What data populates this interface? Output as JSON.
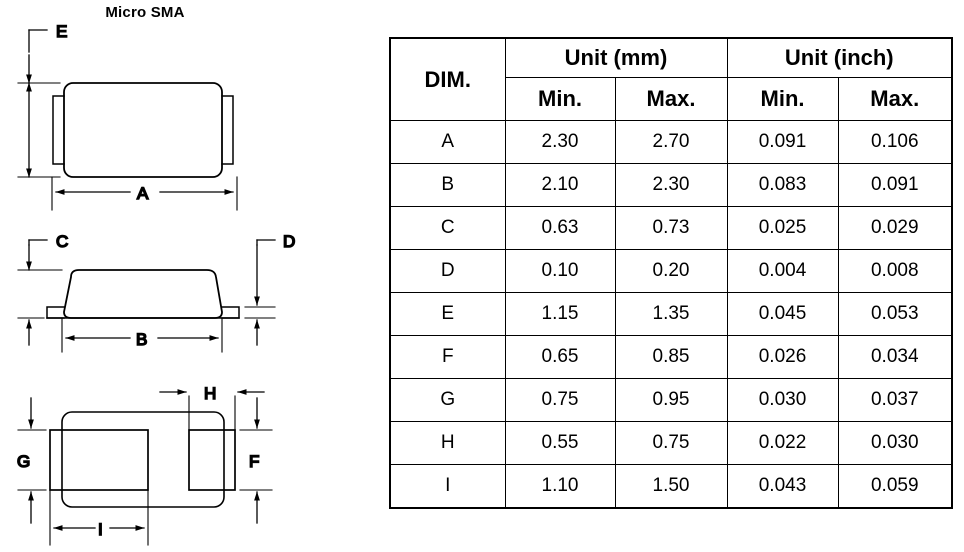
{
  "drawing": {
    "title": "Micro SMA",
    "views": {
      "top_view": {
        "name": "top-view",
        "dimension_labels": [
          "E",
          "A"
        ]
      },
      "side_view": {
        "name": "side-view",
        "dimension_labels": [
          "C",
          "D",
          "B"
        ]
      },
      "bottom_view": {
        "name": "bottom-view",
        "dimension_labels": [
          "H",
          "G",
          "F",
          "I"
        ]
      }
    },
    "labels": {
      "E": "E",
      "A": "A",
      "C": "C",
      "D": "D",
      "B": "B",
      "H": "H",
      "G": "G",
      "F": "F",
      "I": "I"
    },
    "line_color": "#000000",
    "background": "#ffffff"
  },
  "table": {
    "header": {
      "dim": "DIM.",
      "groups": [
        {
          "label": "Unit (mm)",
          "sub": [
            "Min.",
            "Max."
          ]
        },
        {
          "label": "Unit (inch)",
          "sub": [
            "Min.",
            "Max."
          ]
        }
      ]
    },
    "columns": [
      "DIM.",
      "Min.",
      "Max.",
      "Min.",
      "Max."
    ],
    "rows": [
      {
        "dim": "A",
        "mm_min": "2.30",
        "mm_max": "2.70",
        "in_min": "0.091",
        "in_max": "0.106"
      },
      {
        "dim": "B",
        "mm_min": "2.10",
        "mm_max": "2.30",
        "in_min": "0.083",
        "in_max": "0.091"
      },
      {
        "dim": "C",
        "mm_min": "0.63",
        "mm_max": "0.73",
        "in_min": "0.025",
        "in_max": "0.029"
      },
      {
        "dim": "D",
        "mm_min": "0.10",
        "mm_max": "0.20",
        "in_min": "0.004",
        "in_max": "0.008"
      },
      {
        "dim": "E",
        "mm_min": "1.15",
        "mm_max": "1.35",
        "in_min": "0.045",
        "in_max": "0.053"
      },
      {
        "dim": "F",
        "mm_min": "0.65",
        "mm_max": "0.85",
        "in_min": "0.026",
        "in_max": "0.034"
      },
      {
        "dim": "G",
        "mm_min": "0.75",
        "mm_max": "0.95",
        "in_min": "0.030",
        "in_max": "0.037"
      },
      {
        "dim": "H",
        "mm_min": "0.55",
        "mm_max": "0.75",
        "in_min": "0.022",
        "in_max": "0.030"
      },
      {
        "dim": "I",
        "mm_min": "1.10",
        "mm_max": "1.50",
        "in_min": "0.043",
        "in_max": "0.059"
      }
    ]
  }
}
